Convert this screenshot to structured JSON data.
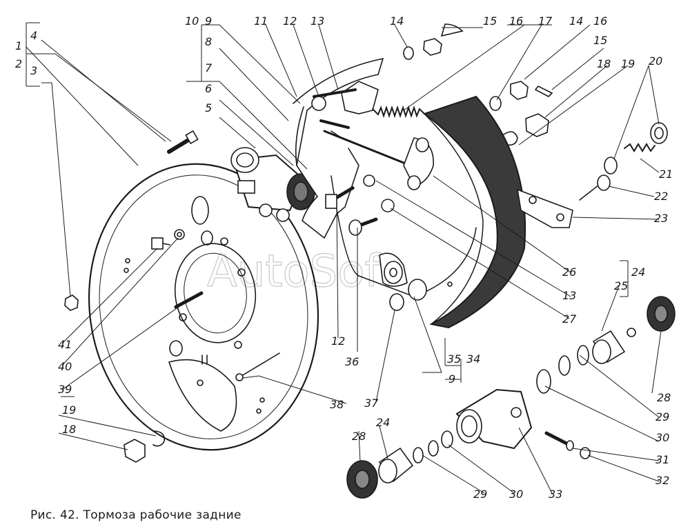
{
  "figure": {
    "caption": "Рис. 42. Тормоза рабочие задние",
    "watermark": "AutoSoft",
    "callouts": {
      "n1": "1",
      "n2": "2",
      "n3": "3",
      "n4": "4",
      "n5": "5",
      "n6": "6",
      "n7": "7",
      "n8": "8",
      "n9a": "9",
      "n9b": "9",
      "n10": "10",
      "n11": "11",
      "n12a": "12",
      "n12b": "12",
      "n13a": "13",
      "n13b": "13",
      "n14a": "14",
      "n14b": "14",
      "n15a": "15",
      "n15b": "15",
      "n16a": "16",
      "n16b": "16",
      "n17": "17",
      "n18a": "18",
      "n18b": "18",
      "n19a": "19",
      "n19b": "19",
      "n20": "20",
      "n21": "21",
      "n22": "22",
      "n23": "23",
      "n24a": "24",
      "n24b": "24",
      "n25": "25",
      "n26": "26",
      "n27": "27",
      "n28a": "28",
      "n28b": "28",
      "n29a": "29",
      "n29b": "29",
      "n30a": "30",
      "n30b": "30",
      "n31": "31",
      "n32": "32",
      "n33": "33",
      "n34": "34",
      "n35": "35",
      "n36": "36",
      "n37": "37",
      "n38": "38",
      "n39": "39",
      "n40": "40",
      "n41": "41"
    }
  }
}
